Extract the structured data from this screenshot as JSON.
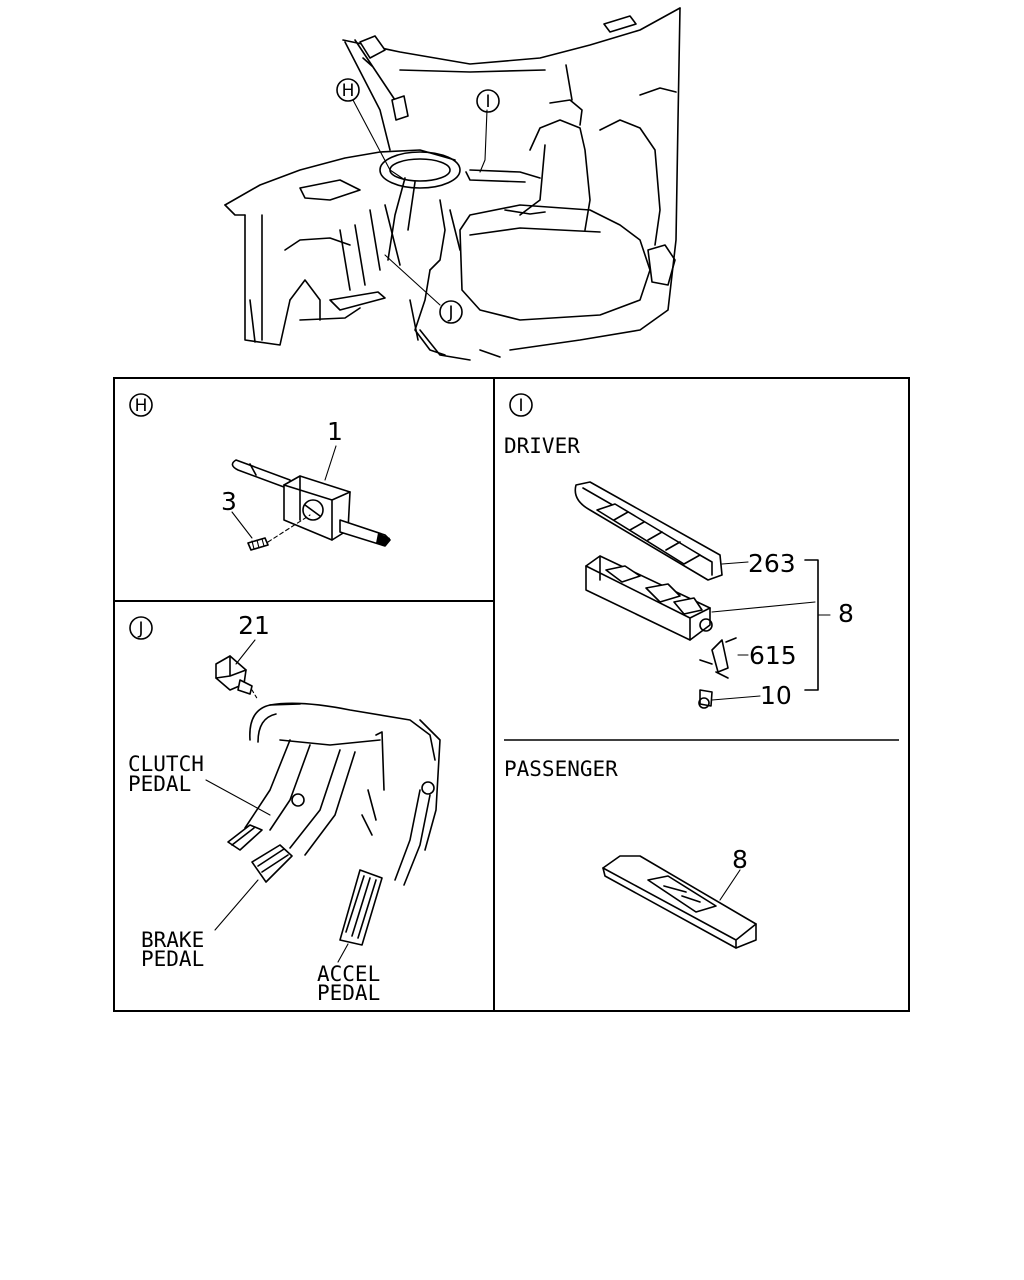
{
  "overview": {
    "callouts": {
      "h": "H",
      "i": "I",
      "j": "J"
    }
  },
  "panel_h": {
    "id": "H",
    "parts": {
      "p1": "1",
      "p3": "3"
    }
  },
  "panel_i": {
    "id": "I",
    "driver_label": "DRIVER",
    "passenger_label": "PASSENGER",
    "parts": {
      "p263": "263",
      "p8": "8",
      "p615": "615",
      "p10": "10",
      "p8_passenger": "8"
    }
  },
  "panel_j": {
    "id": "J",
    "parts": {
      "p21": "21"
    },
    "clutch_label": [
      "CLUTCH",
      "PEDAL"
    ],
    "brake_label": [
      "BRAKE",
      "PEDAL"
    ],
    "accel_label": [
      "ACCEL",
      "PEDAL"
    ]
  }
}
